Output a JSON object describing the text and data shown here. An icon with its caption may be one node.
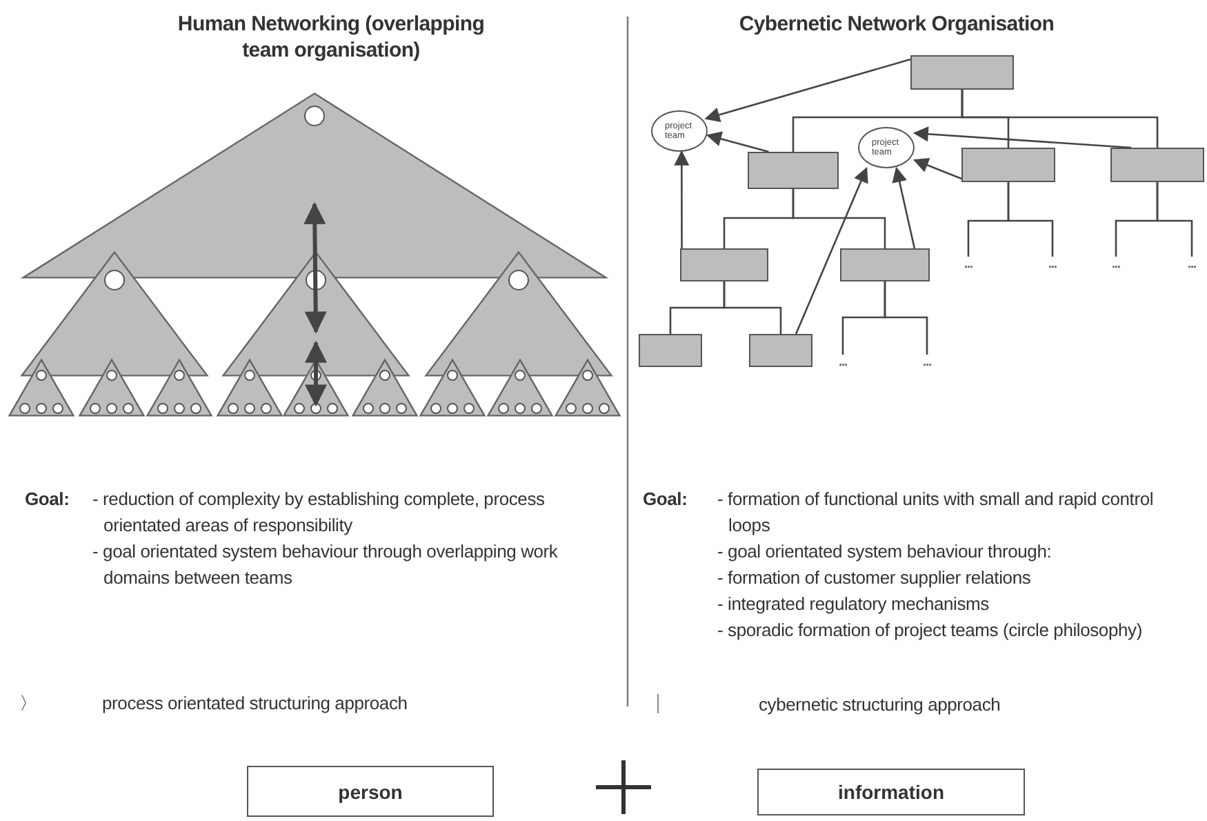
{
  "diagram": {
    "nodes": [
      {
        "text": [],
        "shape": "triangle"
      },
      {
        "text": [],
        "shape": "triangle"
      },
      {
        "text": [],
        "shape": "triangle"
      },
      {
        "text": [],
        "shape": "triangle"
      },
      {
        "text": [],
        "shape": "triangle"
      },
      {
        "text": [],
        "shape": "triangle"
      },
      {
        "text": [],
        "shape": "triangle"
      },
      {
        "text": [],
        "shape": "triangle"
      },
      {
        "text": [],
        "shape": "triangle"
      },
      {
        "text": [],
        "shape": "triangle"
      },
      {
        "text": [],
        "shape": "triangle"
      },
      {
        "text": [],
        "shape": "triangle"
      },
      {
        "text": [],
        "shape": "triangle"
      },
      {
        "text": [],
        "shape": "box"
      },
      {
        "text": [
          "project team"
        ]
      },
      {
        "text": [
          "project team"
        ]
      },
      {
        "text": [],
        "shape": "box"
      },
      {
        "text": [],
        "shape": "box"
      },
      {
        "text": [],
        "shape": "box"
      },
      {
        "text": [],
        "shape": "box"
      },
      {
        "text": [],
        "shape": "box"
      },
      {
        "text": [
          "..."
        ]
      },
      {
        "text": [
          "..."
        ]
      },
      {
        "text": [
          "..."
        ]
      },
      {
        "text": [
          "..."
        ]
      },
      {
        "text": [],
        "shape": "box"
      },
      {
        "text": [],
        "shape": "box"
      },
      {
        "text": [
          "..."
        ]
      },
      {
        "text": [
          "..."
        ]
      },
      {
        "text": [
          "person"
        ]
      },
      {
        "text": [
          "information"
        ]
      }
    ],
    "edges": [
      {
        "from": 0,
        "to": 2,
        "arrow": "both",
        "style": "thick"
      },
      {
        "from": 2,
        "to": 8,
        "arrow": "both",
        "style": "thick"
      },
      {
        "from": 13,
        "to": 14,
        "arrow": "to"
      },
      {
        "from": 16,
        "to": 14,
        "arrow": "to"
      },
      {
        "from": 19,
        "to": 14,
        "arrow": "to"
      },
      {
        "from": 26,
        "to": 15,
        "arrow": "to"
      },
      {
        "from": 20,
        "to": 15,
        "arrow": "to"
      },
      {
        "from": 17,
        "to": 15,
        "arrow": "to"
      },
      {
        "from": 18,
        "to": 15,
        "arrow": "to"
      },
      {
        "from": 13,
        "to": 16,
        "arrow": "none"
      },
      {
        "from": 13,
        "to": 17,
        "arrow": "none"
      },
      {
        "from": 13,
        "to": 18,
        "arrow": "none"
      },
      {
        "from": 16,
        "to": 19,
        "arrow": "none"
      },
      {
        "from": 16,
        "to": 20,
        "arrow": "none"
      },
      {
        "from": 19,
        "to": 25,
        "arrow": "none"
      },
      {
        "from": 19,
        "to": 26,
        "arrow": "none"
      },
      {
        "from": 20,
        "to": 27,
        "arrow": "none"
      },
      {
        "from": 20,
        "to": 28,
        "arrow": "none"
      },
      {
        "from": 17,
        "to": 21,
        "arrow": "none"
      },
      {
        "from": 17,
        "to": 22,
        "arrow": "none"
      },
      {
        "from": 18,
        "to": 23,
        "arrow": "none"
      },
      {
        "from": 18,
        "to": 24,
        "arrow": "none"
      }
    ],
    "labels": [
      "Human Networking (overlapping team organisation)",
      "Cybernetic Network Organisation",
      "Goal:",
      "- reduction of complexity by establishing complete, process orientated areas of responsibility",
      "- goal orientated system behaviour through overlapping work domains between teams",
      "Goal:",
      "- formation of functional units with small and rapid control loops",
      "- goal orientated system behaviour through:",
      "- formation of customer supplier relations",
      "- integrated regulatory mechanisms",
      "- sporadic formation of project teams (circle philosophy)",
      "〉",
      "process orientated structuring approach",
      "cybernetic structuring approach"
    ]
  }
}
